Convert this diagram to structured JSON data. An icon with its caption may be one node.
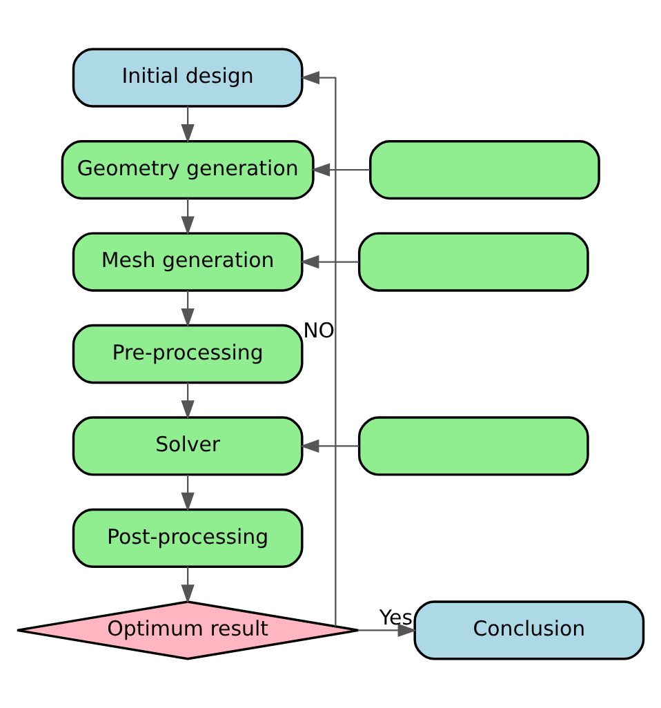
{
  "diagram": {
    "nodes": [
      {
        "text": [
          "Initial design"
        ]
      },
      {
        "text": [
          "Geometry generation"
        ]
      },
      {
        "text": [],
        "shape": "box"
      },
      {
        "text": [
          "Mesh generation"
        ]
      },
      {
        "text": [],
        "shape": "box"
      },
      {
        "text": [
          "Pre-processing"
        ]
      },
      {
        "text": [
          "Solver"
        ]
      },
      {
        "text": [],
        "shape": "box"
      },
      {
        "text": [
          "Post-processing"
        ]
      },
      {
        "text": [
          "Optimum result"
        ]
      },
      {
        "text": [
          "Conclusion"
        ]
      }
    ],
    "edges": [
      {
        "from": 0,
        "to": 1,
        "arrow": "to"
      },
      {
        "from": 2,
        "to": 1,
        "arrow": "to"
      },
      {
        "from": 1,
        "to": 3,
        "arrow": "to"
      },
      {
        "from": 4,
        "to": 3,
        "arrow": "to"
      },
      {
        "from": 3,
        "to": 5,
        "arrow": "to"
      },
      {
        "from": 5,
        "to": 6,
        "arrow": "to"
      },
      {
        "from": 7,
        "to": 6,
        "arrow": "to"
      },
      {
        "from": 6,
        "to": 8,
        "arrow": "to"
      },
      {
        "from": 8,
        "to": 9,
        "arrow": "to"
      },
      {
        "from": 9,
        "to": 0,
        "label": "NO",
        "arrow": "to"
      },
      {
        "from": 9,
        "to": 10,
        "label": "Yes",
        "arrow": "to"
      }
    ]
  }
}
